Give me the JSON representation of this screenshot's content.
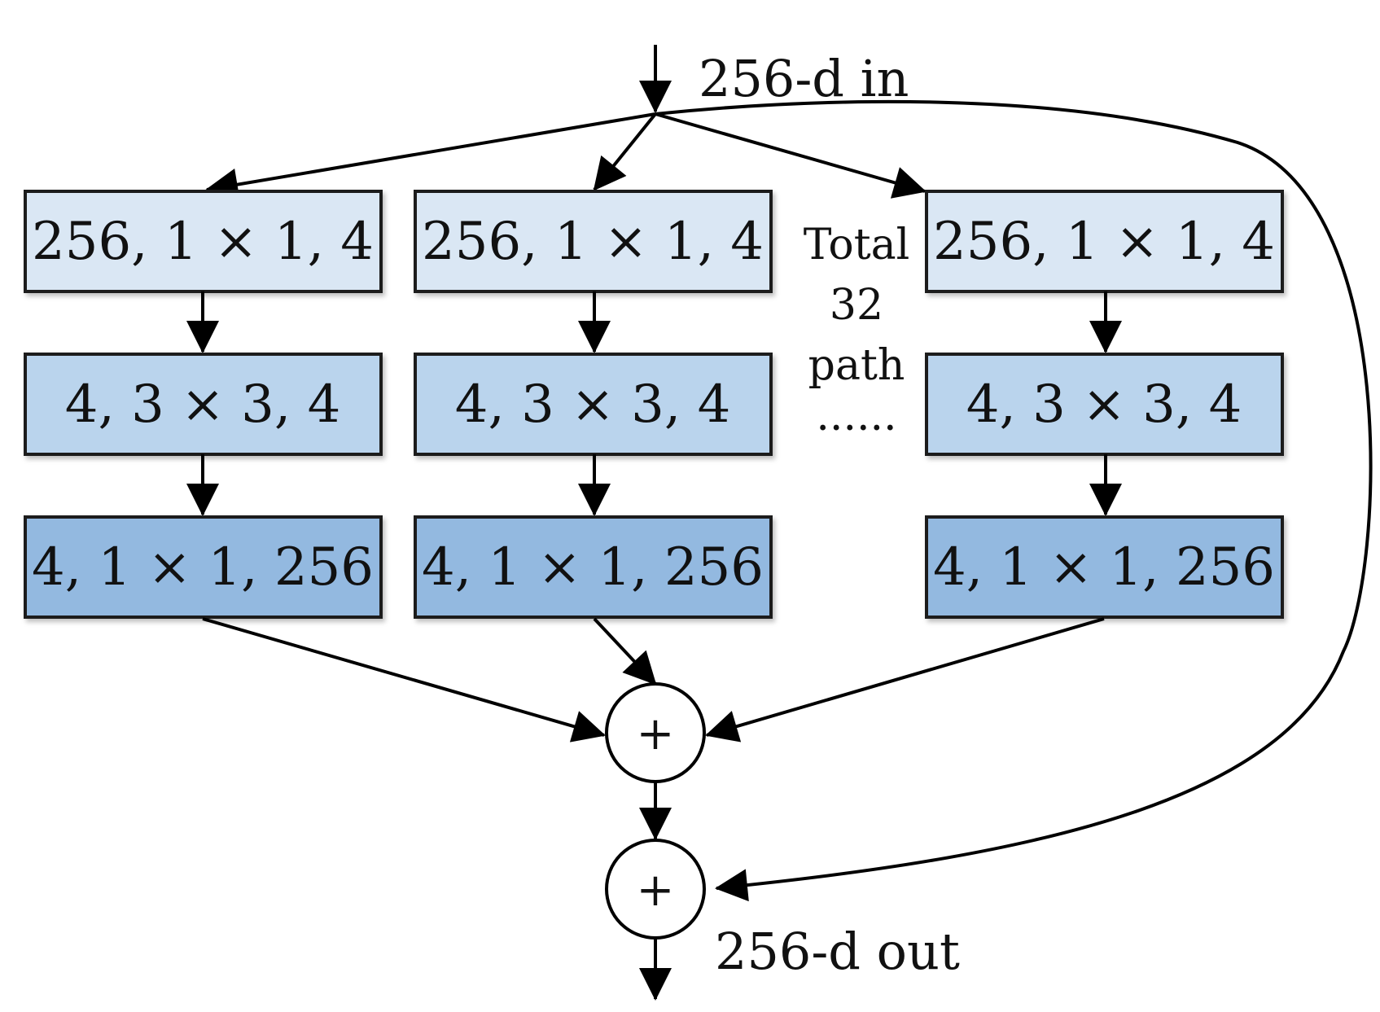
{
  "input_label": "256-d in",
  "output_label": "256-d out",
  "paths": [
    {
      "layers": [
        {
          "label": "256, 1 × 1, 4"
        },
        {
          "label": "4, 3 × 3, 4"
        },
        {
          "label": "4, 1 × 1, 256"
        }
      ]
    },
    {
      "layers": [
        {
          "label": "256, 1 × 1, 4"
        },
        {
          "label": "4, 3 × 3, 4"
        },
        {
          "label": "4, 1 × 1, 256"
        }
      ]
    },
    {
      "layers": [
        {
          "label": "256, 1 × 1, 4"
        },
        {
          "label": "4, 3 × 3, 4"
        },
        {
          "label": "4, 1 × 1, 256"
        }
      ]
    }
  ],
  "total_note": {
    "line1": "Total",
    "line2": "32",
    "line3": "path",
    "ellipsis": "......"
  },
  "sum_node_symbol": "+",
  "shortcut_sum_symbol": "+",
  "colors": {
    "layer_1x1_in": "#dae7f4",
    "layer_3x3": "#bad4ed",
    "layer_1x1_out": "#93b9e0",
    "stroke": "#000000"
  }
}
